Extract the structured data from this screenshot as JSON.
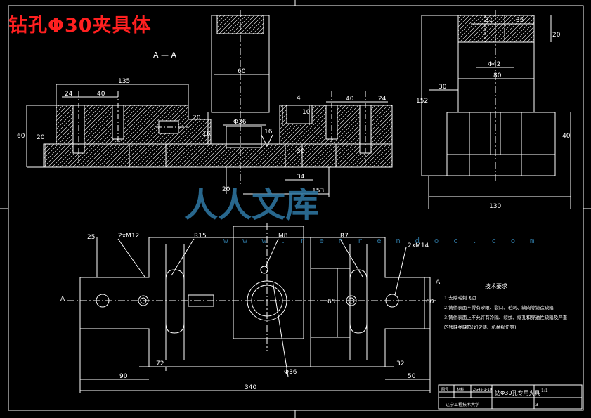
{
  "title": "钻孔Φ30夹具体",
  "watermark": {
    "text": "人人文库",
    "url": "w w w . r e n r e n d o c . c o m"
  },
  "section_label": "A — A",
  "dims_front": {
    "d135": "135",
    "d24a": "24",
    "d40a": "40",
    "d60top": "60",
    "d4": "4",
    "d40b": "40",
    "d24b": "24",
    "d10": "10",
    "d20a": "20",
    "d16a": "16",
    "d60left": "60",
    "d20left": "20",
    "dphi36": "Φ36",
    "d16b": "16",
    "d30": "30",
    "d34": "34",
    "d20b": "20",
    "d153": "153"
  },
  "dims_side": {
    "d31": "31",
    "d35": "35",
    "d20": "20",
    "dphi42": "Φ42",
    "d80": "80",
    "d30": "30",
    "d152": "152",
    "d40": "40",
    "d130": "130"
  },
  "dims_top": {
    "d25": "25",
    "c2xm12": "2xM12",
    "r15": "R15",
    "m8": "M8",
    "r7": "R7",
    "c2xm14": "2xM14",
    "d65": "65",
    "d60": "60",
    "d72": "72",
    "d90": "90",
    "d32": "32",
    "d50": "50",
    "d340": "340",
    "dphi36": "Φ36",
    "a_left": "A",
    "a_right": "A"
  },
  "tech": {
    "heading": "技术要求",
    "l1": "1.去除毛刺飞边",
    "l2": "2.铸件表面不得有砂眼、裂口、毛刺、缺肉等铸造缺陷",
    "l3": "3.铸件表面上不允许有冷隔、裂纹、缩孔和穿透性缺陷及严重",
    "l4": "的残缺类缺陷(如欠铸、机械损伤等)"
  },
  "title_block": {
    "c1": "图号",
    "c2": "材料",
    "c3": "ZG45-1-10",
    "name": "钻Φ30孔专用夹具",
    "scale": "1:1",
    "school": "辽宁工程技术大学",
    "sheet": "3"
  }
}
